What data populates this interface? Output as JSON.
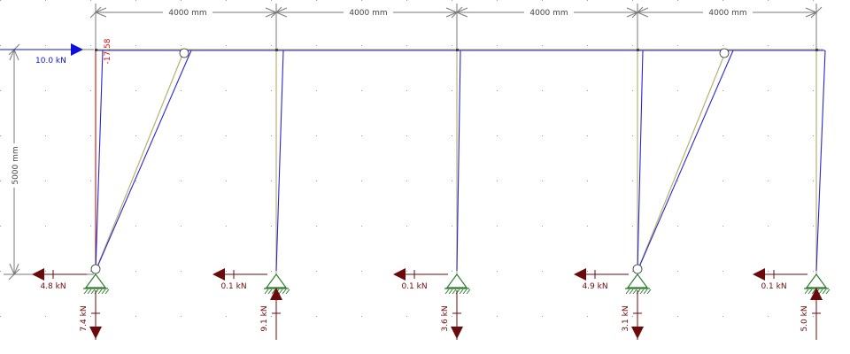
{
  "dimensions": {
    "span_labels": [
      "4000 mm",
      "4000 mm",
      "4000 mm",
      "4000 mm"
    ],
    "height_label": "5000 mm"
  },
  "applied_load": {
    "label": "10.0 kN",
    "color": "#1010dd"
  },
  "member_value": {
    "label": "-17.58",
    "color": "#cc1111"
  },
  "supports": [
    {
      "h_reaction": "4.8 kN",
      "v_reaction": "7.4 kN",
      "v_direction": "down"
    },
    {
      "h_reaction": "0.1 kN",
      "v_reaction": "9.1 kN",
      "v_direction": "up"
    },
    {
      "h_reaction": "0.1 kN",
      "v_reaction": "3.6 kN",
      "v_direction": "down"
    },
    {
      "h_reaction": "4.9 kN",
      "v_reaction": "3.1 kN",
      "v_direction": "down"
    },
    {
      "h_reaction": "0.1 kN",
      "v_reaction": "5.0 kN",
      "v_direction": "up"
    }
  ],
  "colors": {
    "reaction": "#6b0a0a",
    "deformed": "#2828d0",
    "member": "#b8b070",
    "support": "#2f7d2f",
    "dimension": "#7a7a7a"
  }
}
